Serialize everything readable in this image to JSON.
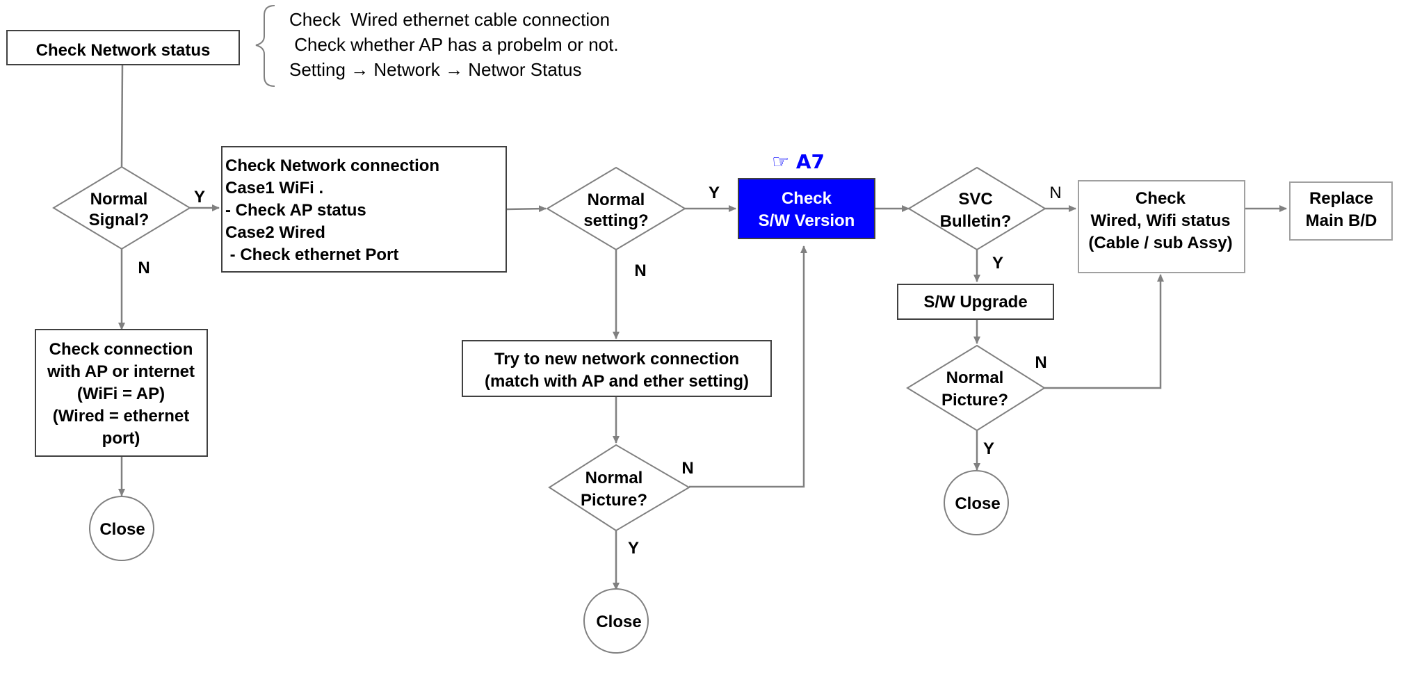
{
  "colors": {
    "line": "#808080",
    "box_border": "#404040",
    "highlight_fill": "#0000ff",
    "reference": "#0000ff"
  },
  "nodes": {
    "check_network_status": {
      "lines": [
        "Check  Network status"
      ]
    },
    "note": {
      "lines": [
        "Check  Wired ethernet cable connection",
        " Check whether AP has a probelm or not.",
        "Setting → Network → Networ Status"
      ]
    },
    "normal_signal": {
      "lines": [
        "Normal",
        "Signal?"
      ]
    },
    "check_network_connection": {
      "lines": [
        "Check Network connection",
        "Case1 WiFi .",
        "- Check AP status",
        "Case2 Wired",
        " - Check ethernet Port"
      ]
    },
    "check_connection_ap": {
      "lines": [
        "Check connection",
        "with AP or internet",
        "(WiFi = AP)",
        "(Wired = ethernet",
        "port)"
      ]
    },
    "close_1": {
      "lines": [
        "Close"
      ]
    },
    "normal_setting": {
      "lines": [
        "Normal",
        "setting?"
      ]
    },
    "try_new_connection": {
      "lines": [
        "Try to new network connection",
        "(match with AP and ether setting)"
      ]
    },
    "normal_picture_1": {
      "lines": [
        "Normal",
        "Picture?"
      ]
    },
    "close_2": {
      "lines": [
        "Close"
      ]
    },
    "reference": {
      "text": "☞ A7"
    },
    "check_sw_version": {
      "lines": [
        "Check",
        "S/W Version"
      ]
    },
    "svc_bulletin": {
      "lines": [
        "SVC",
        "Bulletin?"
      ]
    },
    "sw_upgrade": {
      "lines": [
        "S/W Upgrade"
      ]
    },
    "normal_picture_2": {
      "lines": [
        "Normal",
        "Picture?"
      ]
    },
    "close_3": {
      "lines": [
        "Close"
      ]
    },
    "check_wired_wifi": {
      "lines": [
        "Check",
        "Wired, Wifi status",
        "(Cable / sub Assy)"
      ]
    },
    "replace_main": {
      "lines": [
        "Replace",
        "Main B/D"
      ]
    }
  },
  "edge_labels": {
    "signal_yes": "Y",
    "signal_no": "N",
    "setting_yes": "Y",
    "setting_no": "N",
    "picture1_no": "N",
    "picture1_yes": "Y",
    "bulletin_no": "N",
    "bulletin_yes": "Y",
    "picture2_no": "N",
    "picture2_yes": "Y"
  }
}
